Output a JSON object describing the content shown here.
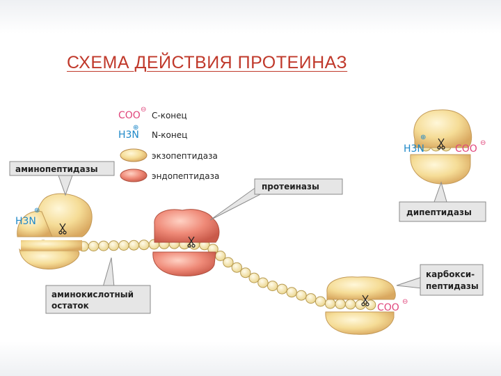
{
  "title": "СХЕМА ДЕЙСТВИЯ ПРОТЕИНАЗ",
  "legend": {
    "c_end_symbol": "COO",
    "c_end_label": "С-конец",
    "n_end_symbol": "H3N",
    "n_end_label": "N-конец",
    "exo_label": "экзопептидаза",
    "endo_label": "эндопептидаза"
  },
  "labels": {
    "aminopeptidases": "аминопептидазы",
    "proteinases": "протеиназы",
    "dipeptidases": "дипептидазы",
    "carboxypeptidases_line1": "карбокси-",
    "carboxypeptidases_line2": "пептидазы",
    "residue_line1": "аминокислотный",
    "residue_line2": "остаток"
  },
  "chem": {
    "n_terminus": "H3N",
    "c_terminus": "COO",
    "charge_plus": "⊕",
    "charge_minus": "⊖"
  },
  "colors": {
    "title": "#c0392b",
    "exopeptidase_fill": "#f5dc96",
    "endopeptidase_fill": "#ef8a78",
    "bead_fill": "#f8ecb8",
    "c_end_color": "#e0457b",
    "n_end_color": "#1e88c8",
    "label_box": "#e6e6e6"
  }
}
